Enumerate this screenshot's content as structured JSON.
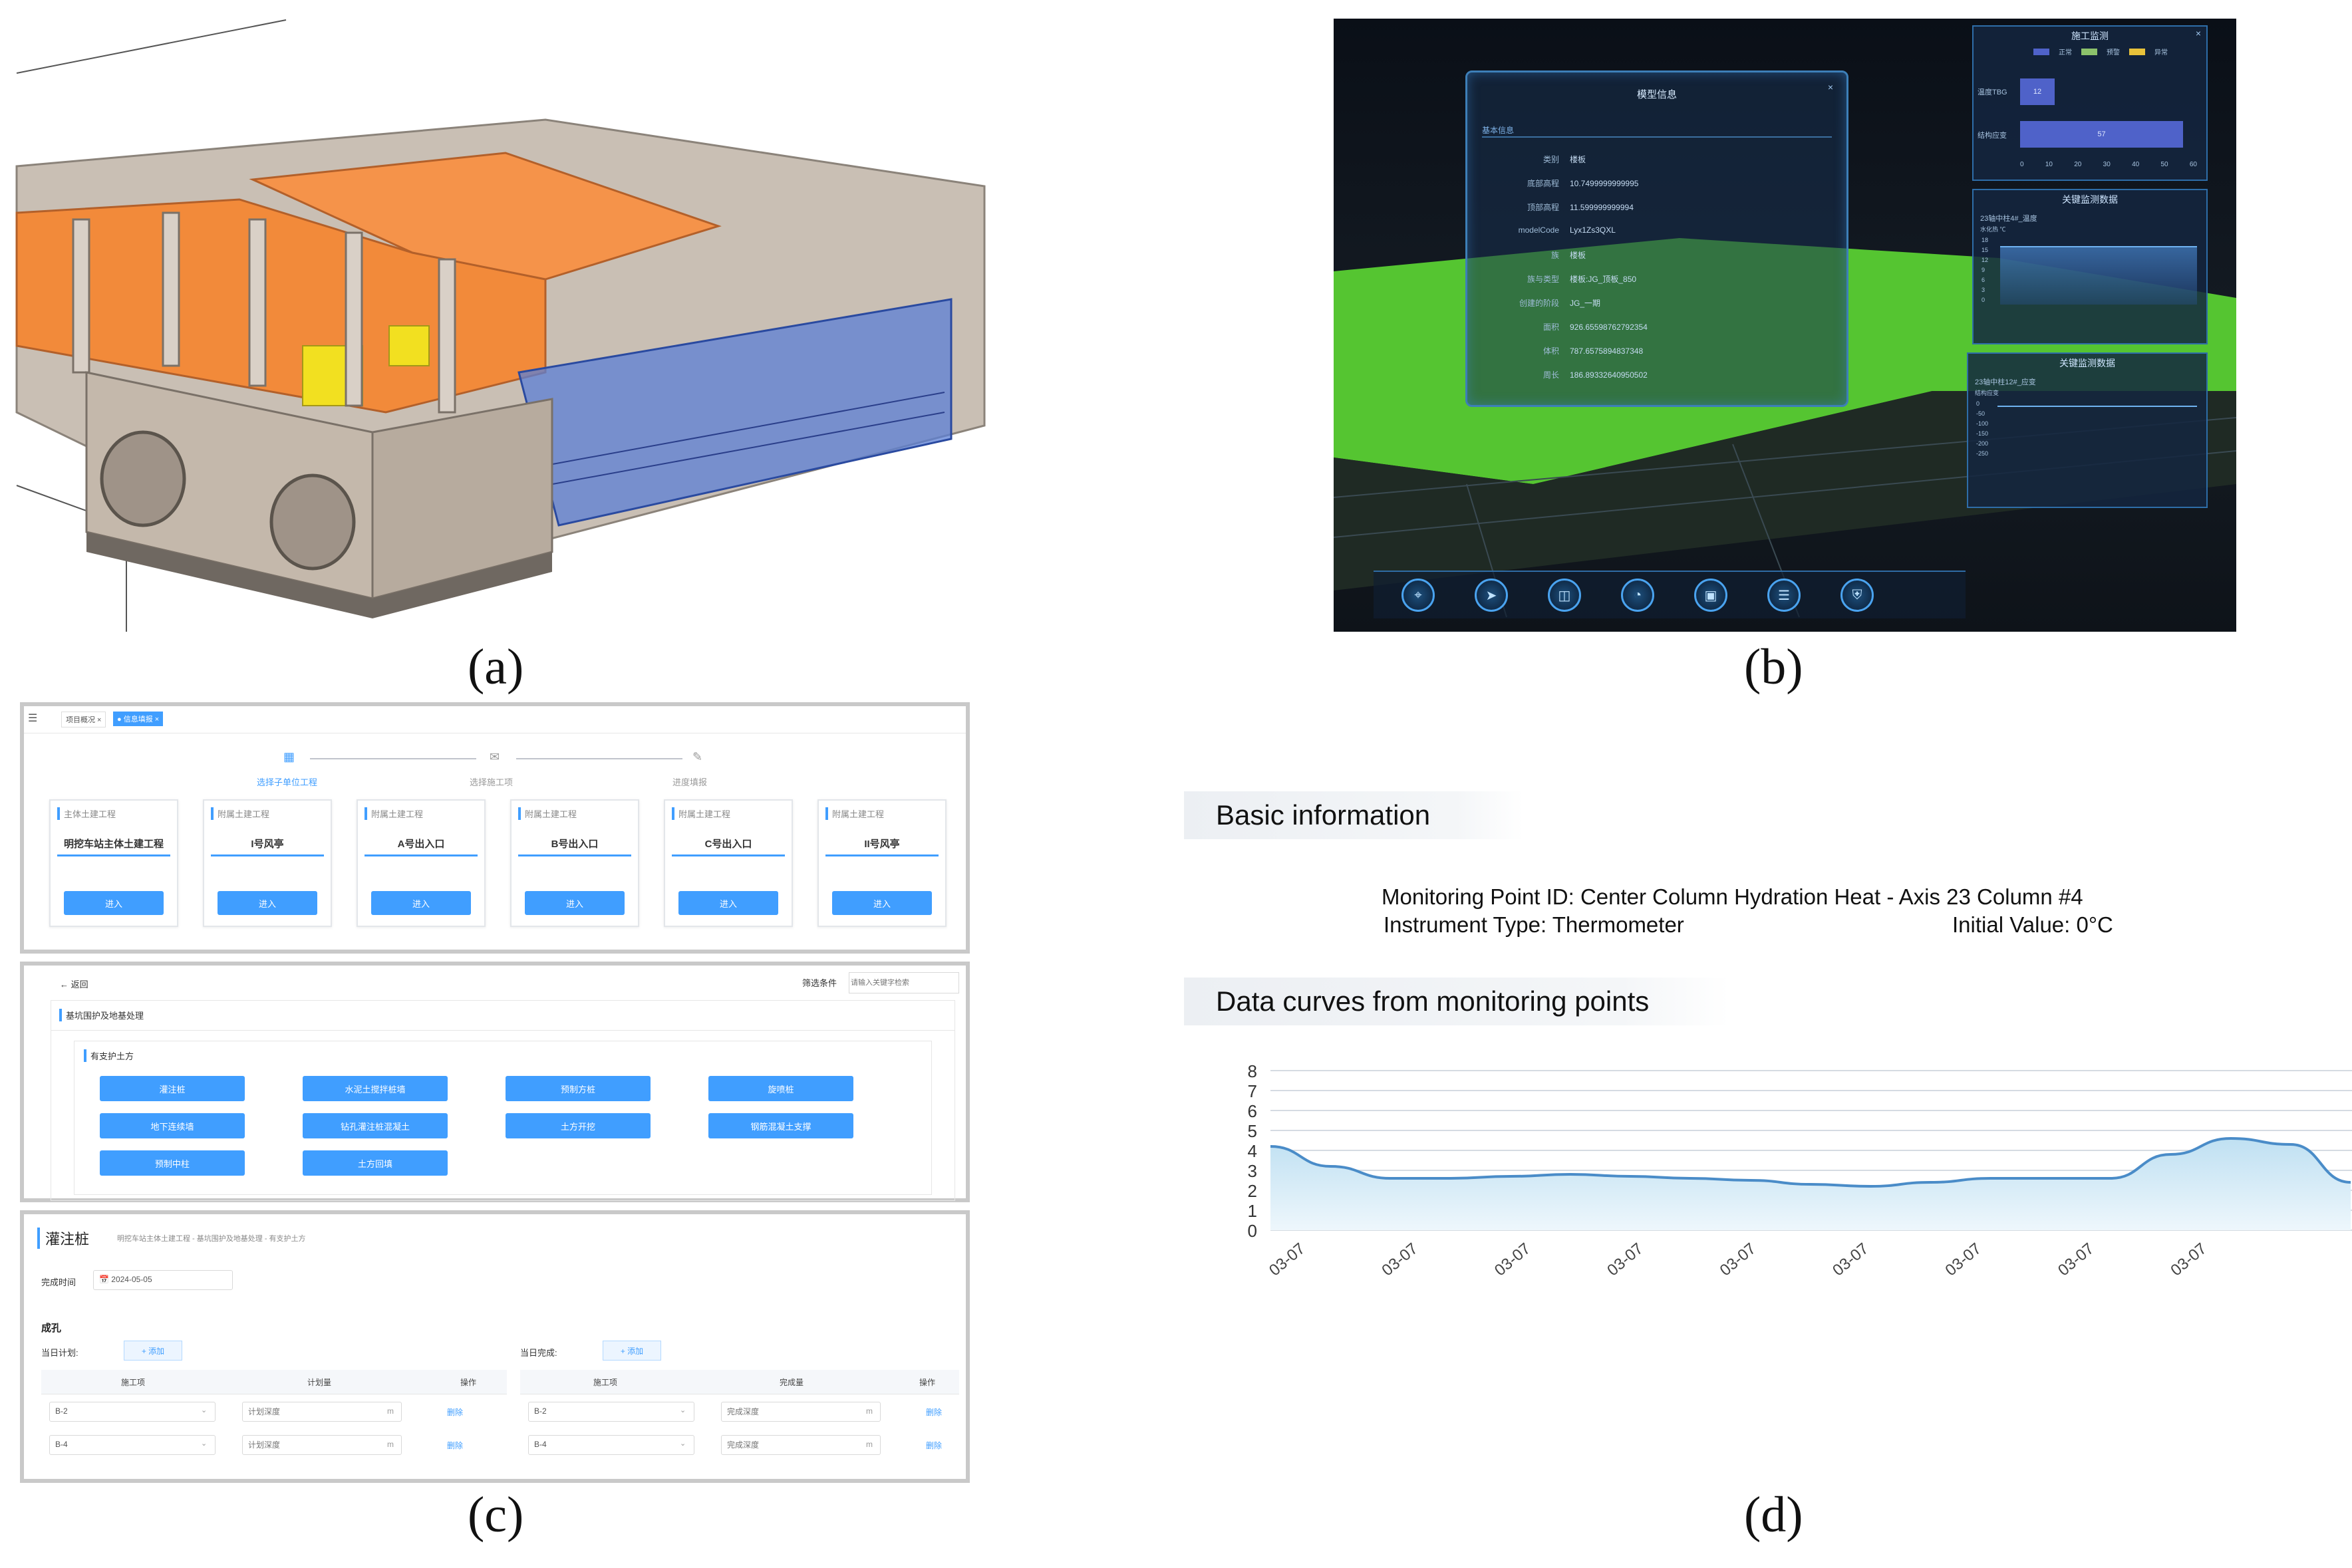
{
  "figure_labels": {
    "a": "(a)",
    "b": "(b)",
    "c": "(c)",
    "d": "(d)"
  },
  "panel_b": {
    "model_info": {
      "title": "模型信息",
      "section": "基本信息",
      "rows": [
        {
          "key": "类别",
          "value": "楼板"
        },
        {
          "key": "底部高程",
          "value": "10.7499999999995"
        },
        {
          "key": "顶部高程",
          "value": "11.599999999994"
        },
        {
          "key": "modelCode",
          "value": "Lyx1Zs3QXL"
        },
        {
          "key": "族",
          "value": "楼板"
        },
        {
          "key": "族与类型",
          "value": "楼板:JG_顶板_850"
        },
        {
          "key": "创建的阶段",
          "value": "JG_一期"
        },
        {
          "key": "面积",
          "value": "926.65598762792354"
        },
        {
          "key": "体积",
          "value": "787.65758948373​48"
        },
        {
          "key": "周长",
          "value": "186.8933264095050​2"
        }
      ]
    },
    "construction_monitor": {
      "title": "施工监测",
      "legend": [
        "正常",
        "预警",
        "异常"
      ],
      "legend_colors": [
        "#4f62c9",
        "#8cc26b",
        "#e8c23a"
      ],
      "bars": [
        {
          "label": "温度TBG",
          "value": 12
        },
        {
          "label": "结构应变",
          "value": 57
        }
      ],
      "ticks": [
        "0",
        "10",
        "20",
        "30",
        "40",
        "50",
        "60"
      ]
    },
    "key_data_1": {
      "title": "关键监测数据",
      "subtitle": "23轴中柱4#_温度",
      "unit": "水化热 ℃",
      "yticks": [
        "18",
        "15",
        "12",
        "9",
        "6",
        "3",
        "0"
      ]
    },
    "key_data_2": {
      "title": "关键监测数据",
      "subtitle": "23轴中柱12#_应变",
      "unit": "结构应变",
      "yticks": [
        "0",
        "-50",
        "-100",
        "-150",
        "-200",
        "-250"
      ]
    },
    "toolbar_icons": [
      "location-icon",
      "send-icon",
      "layers-icon",
      "chart-icon",
      "image-icon",
      "document-icon",
      "shield-icon"
    ]
  },
  "panel_c": {
    "tabs": [
      "项目概况 ×",
      "● 信息填报 ×"
    ],
    "steps": [
      "选择子单位工程",
      "选择施工项",
      "进度填报"
    ],
    "units": [
      {
        "category": "主体土建工程",
        "name": "明挖车站主体土建工程",
        "button": "进入"
      },
      {
        "category": "附属土建工程",
        "name": "I号风亭",
        "button": "进入"
      },
      {
        "category": "附属土建工程",
        "name": "A号出入口",
        "button": "进入"
      },
      {
        "category": "附属土建工程",
        "name": "B号出入口",
        "button": "进入"
      },
      {
        "category": "附属土建工程",
        "name": "C号出入口",
        "button": "进入"
      },
      {
        "category": "附属土建工程",
        "name": "II号风亭",
        "button": "进入"
      }
    ],
    "back": "← 返回",
    "filter_label": "筛选条件",
    "filter_placeholder": "请输入关键字检索",
    "section": "基坑围护及地基处理",
    "subsection": "有支护土方",
    "items": [
      "灌注桩",
      "水泥土搅拌桩墙",
      "预制方桩",
      "旋喷桩",
      "地下连续墙",
      "钻孔灌注桩混凝土",
      "土方开挖",
      "钢筋混凝土支撑",
      "预制中柱",
      "土方回填"
    ],
    "form_title": "灌注桩",
    "breadcrumb": "明挖车站主体土建工程 - 基坑围护及地基处理 - 有支护土方",
    "date_label": "完成时间",
    "date_value": "📅 2024-05-05",
    "group": "成孔",
    "plan_label": "当日计划:",
    "done_label": "当日完成:",
    "add": "+ 添加",
    "plan_headers": [
      "施工项",
      "计划量",
      "操作"
    ],
    "done_headers": [
      "施工项",
      "完成量",
      "操作"
    ],
    "rows": [
      "B-2",
      "B-4"
    ],
    "plan_placeholder": "计划深度",
    "done_placeholder": "完成深度",
    "unit": "m",
    "delete": "删除"
  },
  "panel_d": {
    "basic_tab": "Basic information",
    "point_id": "Monitoring Point ID: Center Column Hydration Heat - Axis 23 Column #4",
    "instrument": "Instrument Type: Thermometer",
    "initial": "Initial Value: 0°C",
    "curves_tab": "Data curves from monitoring points"
  },
  "chart_data": {
    "type": "area",
    "title": "",
    "xlabel": "",
    "ylabel": "",
    "ylim": [
      0,
      8
    ],
    "yticks": [
      0,
      1,
      2,
      3,
      4,
      5,
      6,
      7,
      8
    ],
    "x": [
      "03-07",
      "03-07",
      "03-07",
      "03-07",
      "03-07",
      "03-07",
      "03-07",
      "03-07",
      "03-07"
    ],
    "series": [
      {
        "values": [
          4.2,
          3.2,
          2.6,
          2.6,
          2.7,
          2.8,
          2.7,
          2.6,
          2.5,
          2.3,
          2.2,
          2.4,
          2.6,
          2.6,
          2.6,
          3.8,
          4.6,
          4.3,
          2.4
        ]
      }
    ],
    "line_color": "#4a8cc8",
    "fill_color": "#bfe0f2",
    "grid": true
  }
}
